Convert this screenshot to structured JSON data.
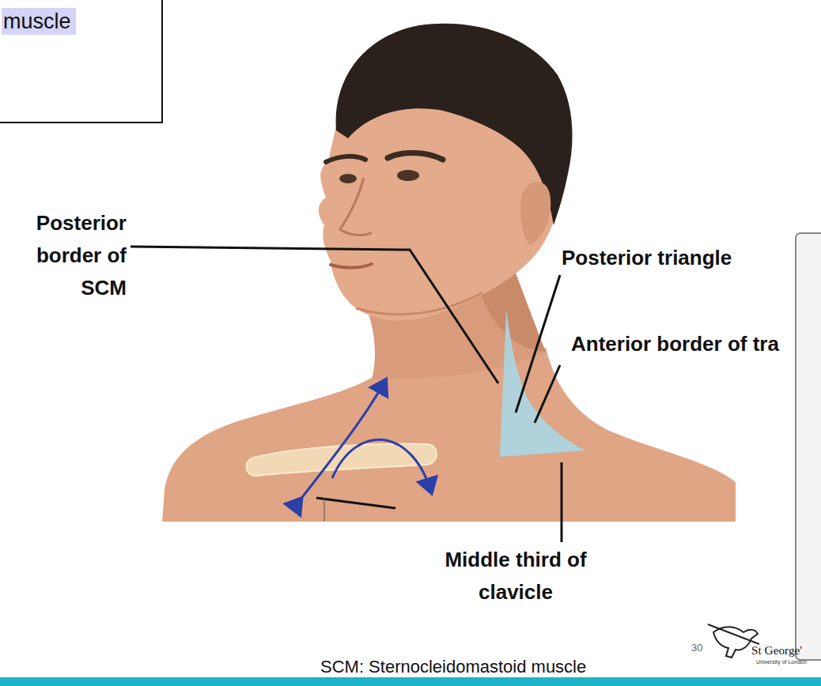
{
  "diagram": {
    "nodes": [
      {
        "text": [
          "muscle"
        ]
      }
    ],
    "labels": [
      "Posterior border of SCM",
      "Posterior triangle",
      "Anterior border of tra",
      "Middle third of clavicle",
      "SCM: Sternocleidomastoid muscle",
      "30",
      "St George'",
      "University of London"
    ]
  }
}
